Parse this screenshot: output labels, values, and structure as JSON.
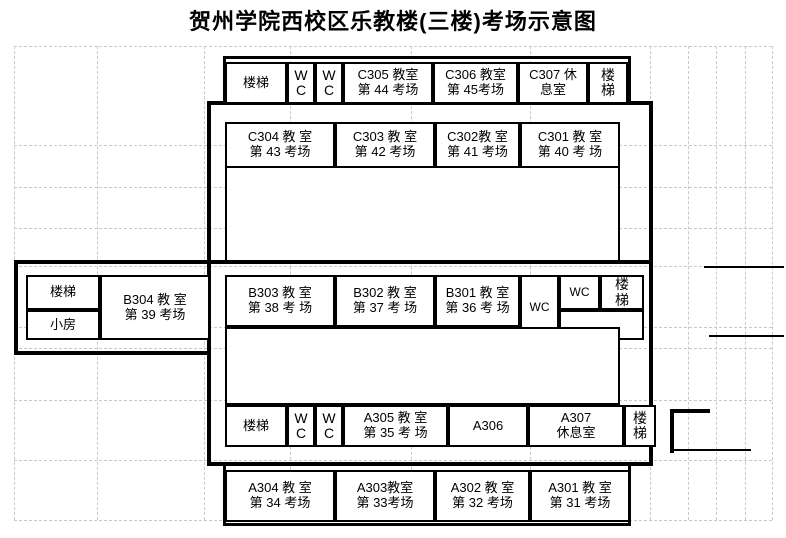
{
  "title": "贺州学院西校区乐教楼(三楼)考场示意图",
  "colors": {
    "ink": "#000000",
    "paper": "#ffffff",
    "grid": "#c9c9c9"
  },
  "floorplan": {
    "building": "乐教楼",
    "floor": "三楼",
    "wings": {
      "c_wing_top": {
        "name": "C座顶排",
        "rooms": [
          {
            "name": "stair-top-left",
            "line1": "楼梯",
            "line2": "",
            "vertical": false
          },
          {
            "name": "wc-c-1",
            "line1": "W",
            "line2": "C",
            "vertical": true
          },
          {
            "name": "wc-c-2",
            "line1": "W",
            "line2": "C",
            "vertical": true
          },
          {
            "name": "room-c305",
            "line1": "C305 教室",
            "line2": "第 44 考场",
            "vertical": false
          },
          {
            "name": "room-c306",
            "line1": "C306 教室",
            "line2": "第 45考场",
            "vertical": false
          },
          {
            "name": "room-c307",
            "line1": "C307 休",
            "line2": "息室",
            "vertical": false
          },
          {
            "name": "stair-top-right",
            "line1": "楼",
            "line2": "梯",
            "vertical": true
          }
        ]
      },
      "c_wing_second": {
        "name": "C座二排",
        "rooms": [
          {
            "name": "room-c304",
            "line1": "C304 教 室",
            "line2": "第 43 考场"
          },
          {
            "name": "room-c303",
            "line1": "C303 教 室",
            "line2": "第 42 考场"
          },
          {
            "name": "room-c302",
            "line1": "C302教 室",
            "line2": "第 41 考场"
          },
          {
            "name": "room-c301",
            "line1": "C301 教 室",
            "line2": "第 40 考 场"
          }
        ]
      },
      "b_wing_left": {
        "name": "B座左翼",
        "rooms": [
          {
            "name": "stair-mid-left",
            "line1": "楼梯",
            "line2": ""
          },
          {
            "name": "room-small",
            "line1": "小房",
            "line2": ""
          },
          {
            "name": "room-b304",
            "line1": "B304 教 室",
            "line2": "第 39 考场"
          }
        ]
      },
      "b_wing_main": {
        "name": "B座主排",
        "rooms": [
          {
            "name": "room-b303",
            "line1": "B303 教 室",
            "line2": "第 38 考 场"
          },
          {
            "name": "room-b302",
            "line1": "B302 教 室",
            "line2": "第 37 考 场"
          },
          {
            "name": "room-b301",
            "line1": "B301 教 室",
            "line2": "第 36 考 场"
          },
          {
            "name": "wc-b-tall",
            "line1": "WC",
            "line2": ""
          },
          {
            "name": "wc-b-small",
            "line1": "WC",
            "line2": ""
          },
          {
            "name": "stair-mid-right",
            "line1": "楼",
            "line2": "梯"
          }
        ]
      },
      "a_wing_upper": {
        "name": "A座上排",
        "rooms": [
          {
            "name": "stair-bottom-left",
            "line1": "楼梯",
            "line2": "",
            "vertical": false
          },
          {
            "name": "wc-a-1",
            "line1": "W",
            "line2": "C",
            "vertical": true
          },
          {
            "name": "wc-a-2",
            "line1": "W",
            "line2": "C",
            "vertical": true
          },
          {
            "name": "room-a305",
            "line1": "A305 教 室",
            "line2": "第 35 考 场",
            "vertical": false
          },
          {
            "name": "room-a306",
            "line1": "A306",
            "line2": "",
            "vertical": false
          },
          {
            "name": "room-a307",
            "line1": "A307",
            "line2": "休息室",
            "vertical": false
          },
          {
            "name": "stair-bottom-right",
            "line1": "楼",
            "line2": "梯",
            "vertical": true
          }
        ]
      },
      "a_wing_bottom": {
        "name": "A座底排",
        "rooms": [
          {
            "name": "room-a304",
            "line1": "A304 教 室",
            "line2": "第 34 考场"
          },
          {
            "name": "room-a303",
            "line1": "A303教室",
            "line2": "第 33考场"
          },
          {
            "name": "room-a302",
            "line1": "A302 教 室",
            "line2": "第 32 考场"
          },
          {
            "name": "room-a301",
            "line1": "A301 教 室",
            "line2": "第 31 考场"
          }
        ]
      }
    }
  }
}
